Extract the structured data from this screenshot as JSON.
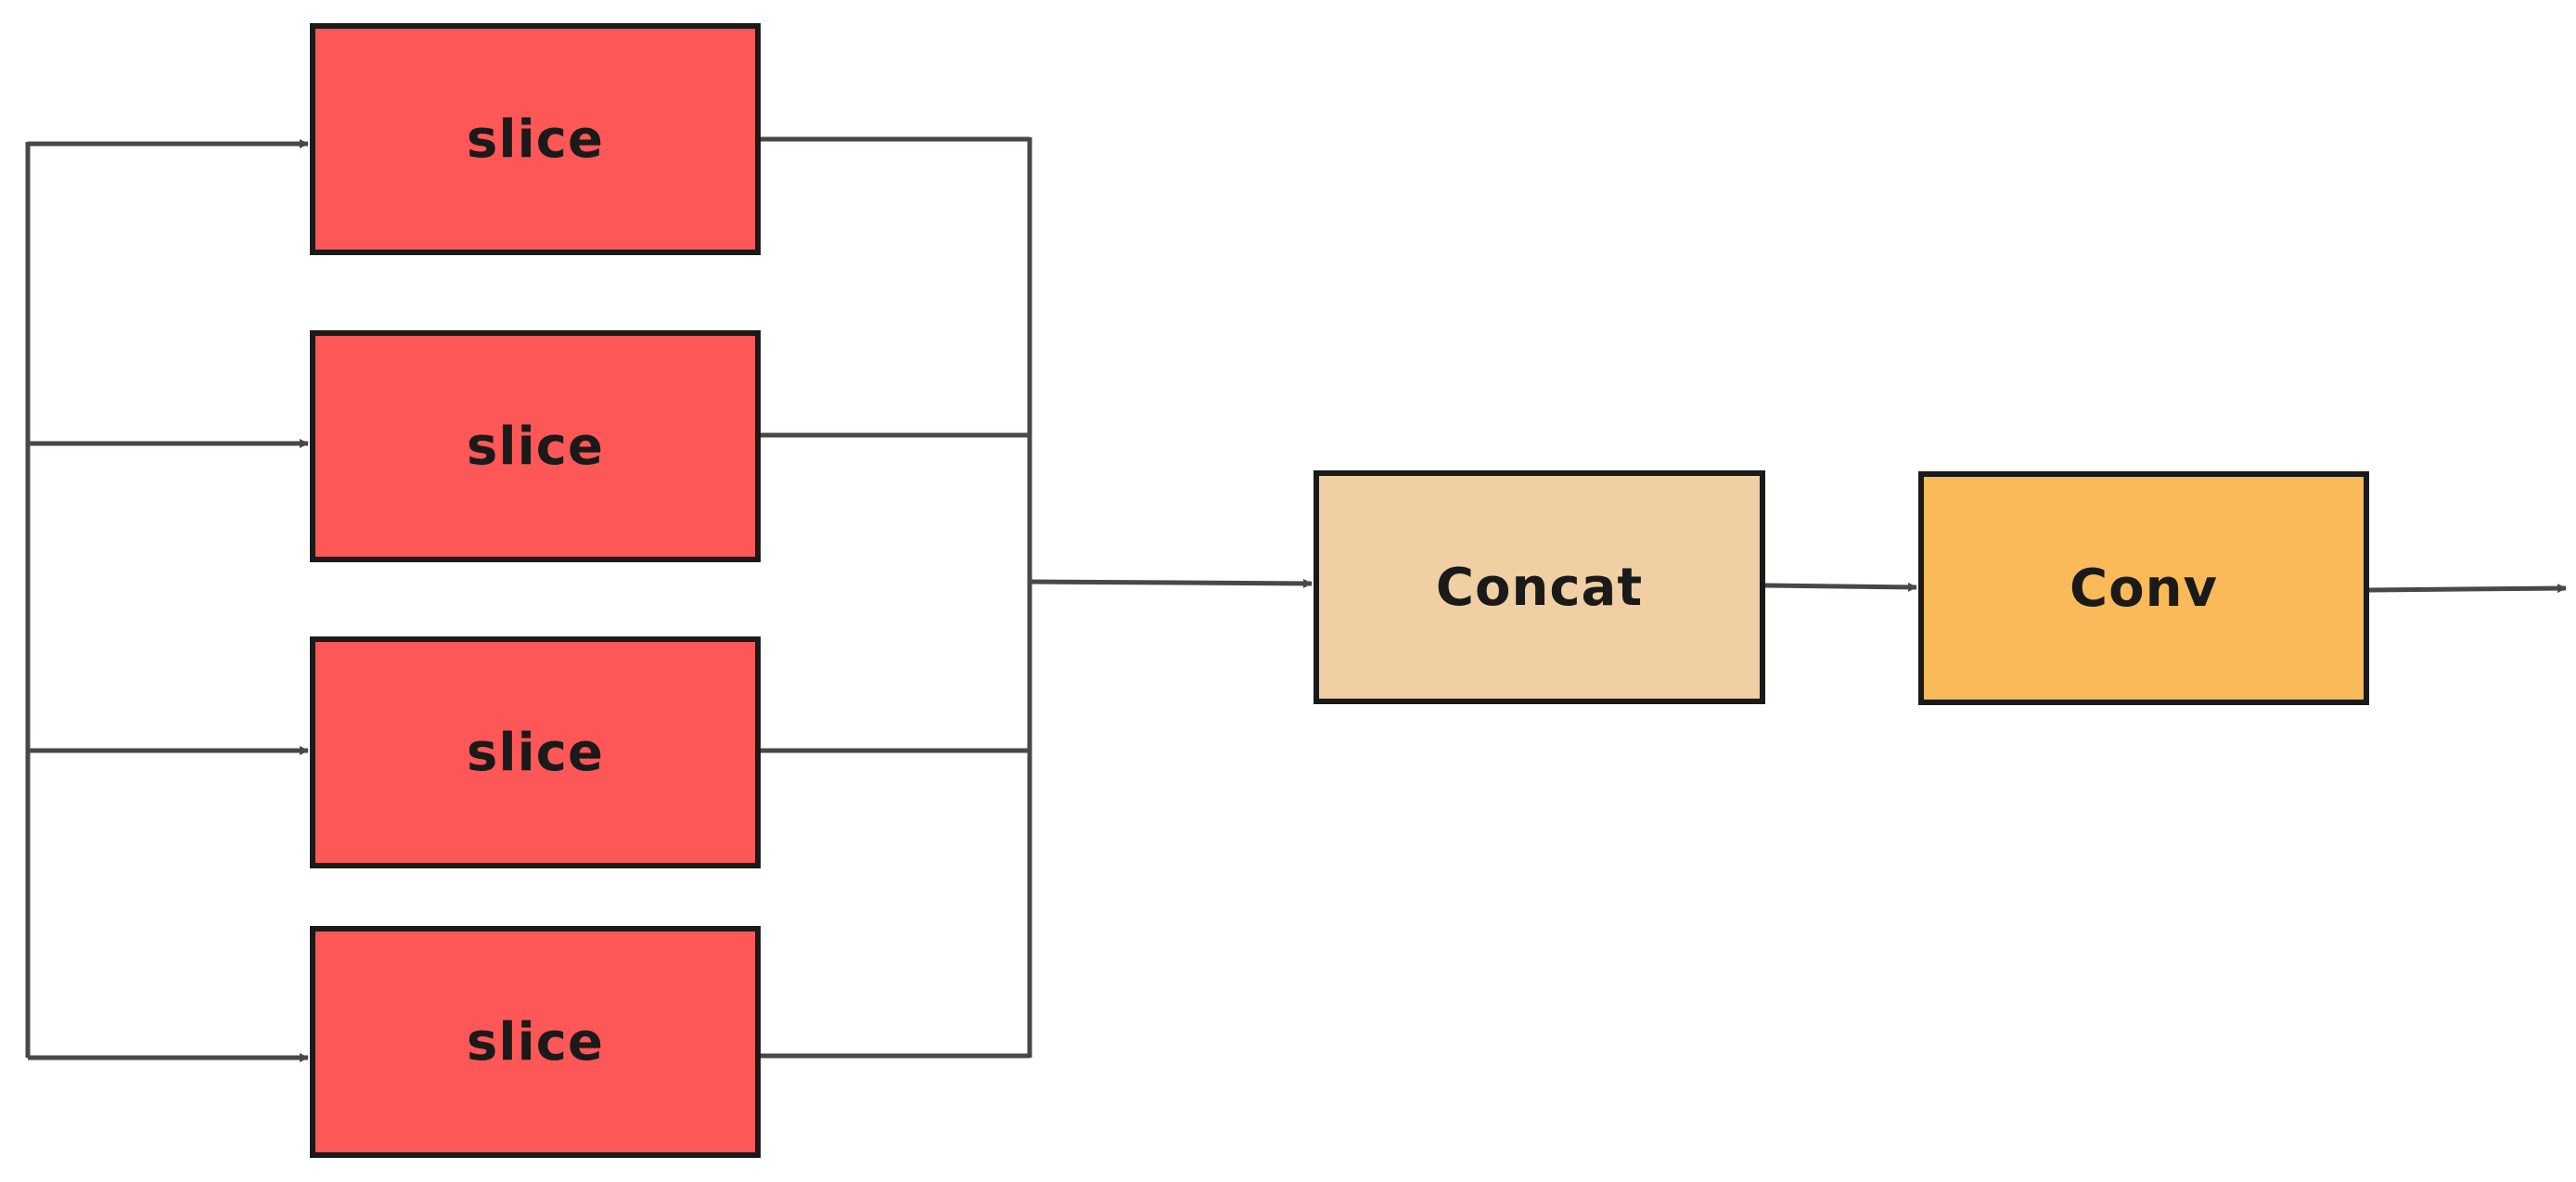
{
  "nodes": {
    "slices": [
      {
        "label": "slice"
      },
      {
        "label": "slice"
      },
      {
        "label": "slice"
      },
      {
        "label": "slice"
      }
    ],
    "concat": {
      "label": "Concat"
    },
    "conv": {
      "label": "Conv"
    }
  },
  "colors": {
    "slice_fill": "#fe5757",
    "concat_fill": "#efcfa3",
    "conv_fill": "#fbba59",
    "wire": "#4a4744",
    "border": "#1a1a1a"
  }
}
